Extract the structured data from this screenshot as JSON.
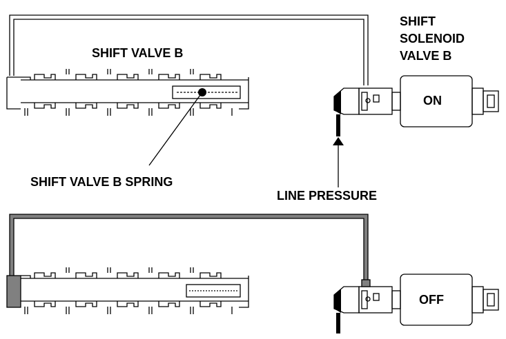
{
  "labels": {
    "shift_valve": "SHIFT VALVE B",
    "solenoid_line1": "SHIFT",
    "solenoid_line2": "SOLENOID",
    "solenoid_line3": "VALVE B",
    "valve_spring": "SHIFT VALVE B SPRING",
    "line_pressure": "LINE PRESSURE"
  },
  "states": [
    {
      "solenoid_state": "ON"
    },
    {
      "solenoid_state": "OFF"
    }
  ],
  "colors": {
    "line": "#000000",
    "pressure_fill": "#808080",
    "background": "#ffffff"
  }
}
